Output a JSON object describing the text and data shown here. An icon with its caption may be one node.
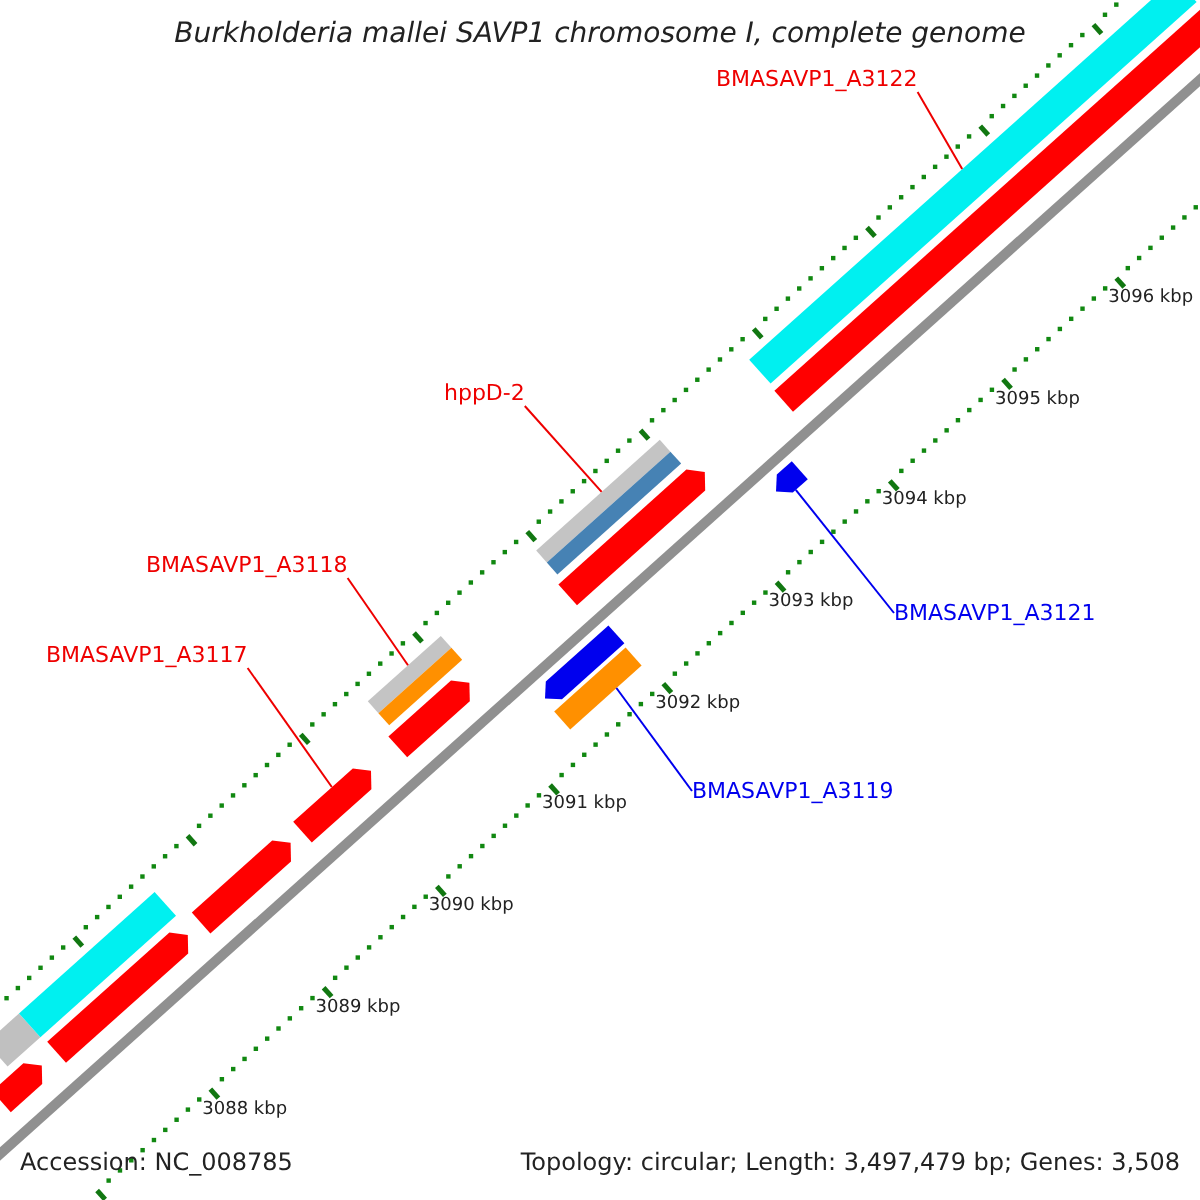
{
  "diagram": {
    "title": "Burkholderia mallei SAVP1 chromosome I, complete genome",
    "nodes": [
      {
        "text": [
          "BMASAVP1_A3122"
        ]
      },
      {
        "text": [],
        "shape": "bar"
      },
      {
        "text": [
          "hppD-2"
        ]
      },
      {
        "text": [],
        "shape": "bar"
      },
      {
        "text": [
          "BMASAVP1_A3118"
        ]
      },
      {
        "text": [],
        "shape": "bar"
      },
      {
        "text": [
          "BMASAVP1_A3117"
        ]
      },
      {
        "text": [],
        "shape": "bar"
      },
      {
        "text": [
          "BMASAVP1_A3121"
        ]
      },
      {
        "text": [],
        "shape": "bar"
      },
      {
        "text": [
          "BMASAVP1_A3119"
        ]
      },
      {
        "text": [],
        "shape": "bar"
      },
      {
        "text": [],
        "shape": "bar"
      },
      {
        "text": [],
        "shape": "bar"
      },
      {
        "text": [],
        "shape": "bar"
      },
      {
        "text": [],
        "shape": "bar"
      },
      {
        "text": [],
        "shape": "bar"
      },
      {
        "text": [],
        "shape": "bar"
      },
      {
        "text": [],
        "shape": "bar"
      },
      {
        "text": [],
        "shape": "bar"
      },
      {
        "text": [],
        "shape": "bar"
      }
    ],
    "edges": [
      {
        "from": 0,
        "to": 1,
        "arrow": "none"
      },
      {
        "from": 2,
        "to": 3,
        "arrow": "none"
      },
      {
        "from": 4,
        "to": 5,
        "arrow": "none"
      },
      {
        "from": 6,
        "to": 7,
        "arrow": "none"
      },
      {
        "from": 8,
        "to": 9,
        "arrow": "none",
        "color": "#0000ee"
      },
      {
        "from": 10,
        "to": 11,
        "arrow": "none",
        "color": "#0000ee"
      }
    ],
    "labels": [
      "3096 kbp",
      "3095 kbp",
      "3094 kbp",
      "3093 kbp",
      "3092 kbp",
      "3091 kbp",
      "3090 kbp",
      "3089 kbp",
      "3088 kbp",
      "Accession: NC_008785",
      "Topology: circular; Length: 3,497,479 bp; Genes: 3,508"
    ]
  }
}
